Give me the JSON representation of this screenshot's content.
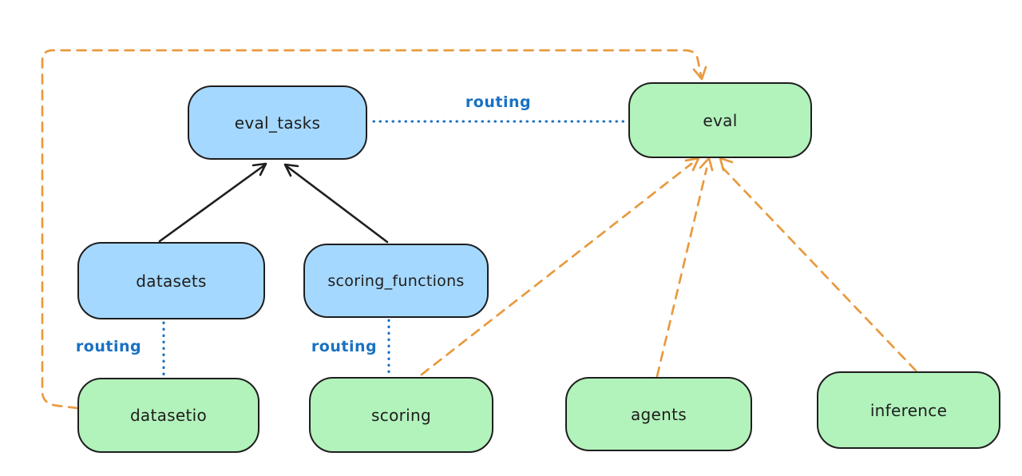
{
  "diagram": {
    "type": "architecture-diagram",
    "colors": {
      "blue-fill": "#a5d8ff",
      "green-fill": "#b2f2bb",
      "stroke": "#1e1e1e",
      "routing-blue": "#1971c2",
      "orange": "#e89a3e",
      "background": "#ffffff"
    },
    "nodes": [
      {
        "id": "eval_tasks",
        "label": "eval_tasks",
        "color": "blue"
      },
      {
        "id": "eval",
        "label": "eval",
        "color": "green"
      },
      {
        "id": "datasets",
        "label": "datasets",
        "color": "blue"
      },
      {
        "id": "scoring_functions",
        "label": "scoring_functions",
        "color": "blue"
      },
      {
        "id": "datasetio",
        "label": "datasetio",
        "color": "green"
      },
      {
        "id": "scoring",
        "label": "scoring",
        "color": "green"
      },
      {
        "id": "agents",
        "label": "agents",
        "color": "green"
      },
      {
        "id": "inference",
        "label": "inference",
        "color": "green"
      }
    ],
    "edges": [
      {
        "from": "datasets",
        "to": "eval_tasks",
        "style": "solid-black-arrow",
        "label": ""
      },
      {
        "from": "scoring_functions",
        "to": "eval_tasks",
        "style": "solid-black-arrow",
        "label": ""
      },
      {
        "from": "eval_tasks",
        "to": "eval",
        "style": "dotted-blue",
        "label": "routing"
      },
      {
        "from": "datasets",
        "to": "datasetio",
        "style": "dotted-blue",
        "label": "routing"
      },
      {
        "from": "scoring_functions",
        "to": "scoring",
        "style": "dotted-blue",
        "label": "routing"
      },
      {
        "from": "datasetio",
        "to": "eval",
        "style": "dashed-orange-arrow",
        "label": ""
      },
      {
        "from": "scoring",
        "to": "eval",
        "style": "dashed-orange-arrow",
        "label": ""
      },
      {
        "from": "agents",
        "to": "eval",
        "style": "dashed-orange-arrow",
        "label": ""
      },
      {
        "from": "inference",
        "to": "eval",
        "style": "dashed-orange-arrow",
        "label": ""
      }
    ]
  }
}
